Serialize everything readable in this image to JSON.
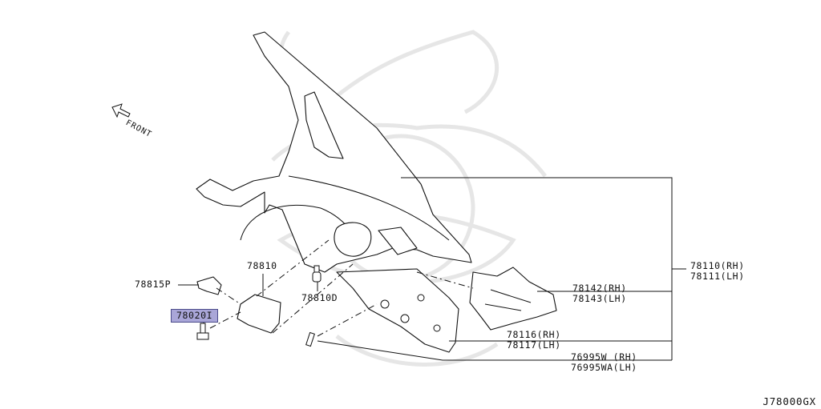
{
  "front_label": "FRONT",
  "diagram_code": "J78000GX",
  "parts": {
    "p78110": [
      "78110(RH)",
      "78111(LH)"
    ],
    "p78142": [
      "78142(RH)",
      "78143(LH)"
    ],
    "p78116": [
      "78116(RH)",
      "78117(LH)"
    ],
    "p76995": [
      "76995W (RH)",
      "76995WA(LH)"
    ],
    "p78810": "78810",
    "p78810D": "78810D",
    "p78815P": "78815P",
    "p78020I": "78020I"
  },
  "highlight_color": "#a9a6d8"
}
